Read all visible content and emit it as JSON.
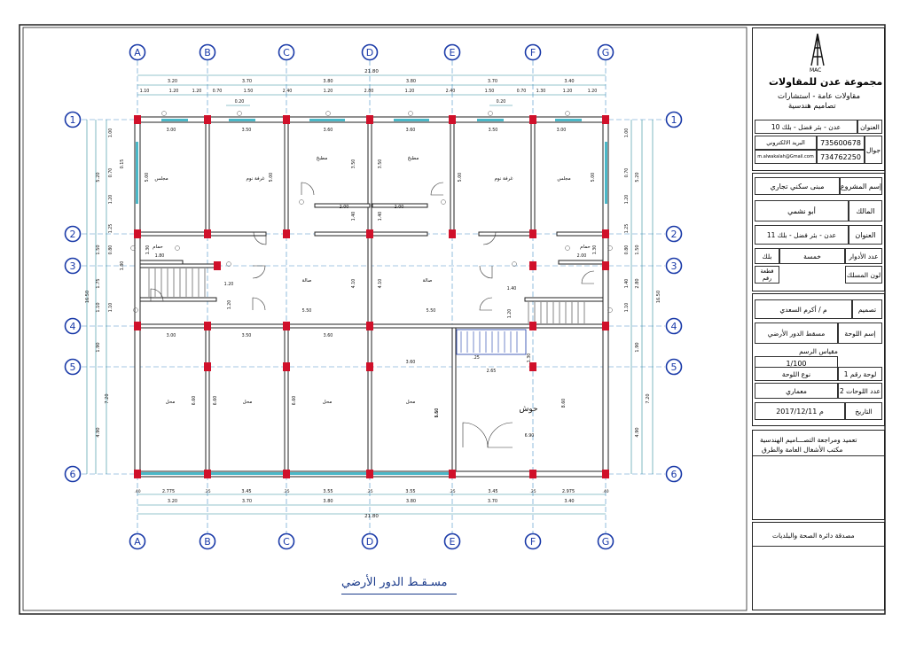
{
  "grid": {
    "columns": [
      "A",
      "B",
      "C",
      "D",
      "E",
      "F",
      "G"
    ],
    "rows": [
      "1",
      "2",
      "3",
      "4",
      "5",
      "6"
    ]
  },
  "dimensions": {
    "total_top": "21.80",
    "total_bottom": "21.80",
    "top_spans": [
      "3.20",
      "3.70",
      "3.80",
      "3.80",
      "3.70",
      "3.40"
    ],
    "top_details": [
      "1.10",
      "1.20",
      "1.20",
      "0.70",
      "1.50",
      "2.40",
      "1.20",
      "2.80",
      "1.20",
      "2.40",
      "1.50",
      "0.70",
      "1.30",
      "1.20",
      "1.20"
    ],
    "top_small": [
      "0.20",
      "0.20"
    ],
    "bottom_spans": [
      "3.20",
      "3.70",
      "3.80",
      "3.80",
      "3.70",
      "3.40"
    ],
    "bottom_details": [
      "2.775",
      "3.45",
      "3.55",
      "3.55",
      "3.45",
      "2.975"
    ],
    "bottom_small": [
      ".40",
      ".25",
      ".25",
      ".25",
      ".25",
      ".25",
      ".40"
    ],
    "left_side": [
      "5.20",
      "1.50",
      "1.75",
      "1.10",
      "1.90",
      "7.20",
      "16.50",
      "4.90"
    ],
    "left_inner": [
      "1.00",
      "0.70",
      "1.20",
      "0.15",
      "1.25",
      "0.80",
      "1.80",
      "1.10"
    ],
    "right_side": [
      "5.20",
      "1.50",
      "2.80",
      "1.90",
      "7.20",
      "16.50",
      "4.90"
    ],
    "right_inner": [
      "1.00",
      "0.70",
      "1.20",
      "1.25",
      "0.80",
      "1.10",
      "1.40"
    ]
  },
  "rooms": {
    "majlis_l": "مجلس",
    "bedroom_l": "غرفة نوم",
    "kitchen_l": "مطبخ",
    "kitchen_r": "مطبخ",
    "bedroom_r": "غرفة نوم",
    "majlis_r": "مجلس",
    "bath_l": "حمام",
    "bath_r": "حمام",
    "hall_l": "صالة",
    "hall_r": "صالة",
    "shop_1": "محل",
    "shop_2": "محل",
    "shop_3": "محل",
    "shop_4": "محل",
    "yard": "حوش"
  },
  "room_dims": {
    "r1": "3.00",
    "r2": "3.50",
    "r3": "3.60",
    "r4": "3.60",
    "r5": "3.50",
    "r6": "3.00",
    "h1": "5.00",
    "h2": "5.00",
    "h3": "3.50",
    "h4": "3.50",
    "h5": "5.00",
    "h6": "5.00",
    "k1": "2.00",
    "k2": "2.00",
    "k3": "1.40",
    "k4": "1.40",
    "b1": "1.80",
    "b2": "2.00",
    "b3": "1.30",
    "b4": "1.30",
    "hl1": "5.50",
    "hl2": "5.50",
    "hl3": "4.10",
    "hl4": "4.10",
    "hl5": "1.20",
    "hl6": "1.20",
    "hl7": "1.40",
    "hl8": "1.20",
    "s1": "3.00",
    "s2": "3.50",
    "s3": "3.60",
    "s4": "3.60",
    "sh1": "6.60",
    "sh2": "6.60",
    "sh3": "6.60",
    "sh4": "6.60",
    "y1": "2.65",
    "y2": "5.50",
    "y3": "8.60",
    "y4": "6.90",
    "y5": "1.30",
    "y6": ".25"
  },
  "plan_title": "مسـقـط الدور الأرضي",
  "title_block": {
    "logo_text": "MAC",
    "company_name": "مجموعة عدن للمقاولات",
    "company_sub1": "مقاولات عامة - استشارات",
    "company_sub2": "تصاميم هندسية",
    "address_label": "العنوان",
    "address_value": "عدن - بئر فضل - بلك 10",
    "mobile_label": "جوال",
    "mobile_1": "735600678",
    "mobile_2": "734762250",
    "email_label": "البريد الالكتروني",
    "email_value": "m.alwakalah@Gmail.com",
    "project_label": "إسم المشروع",
    "project_value": "مبنى سكني تجاري",
    "owner_label": "المالك",
    "owner_value": "أبو نشمي",
    "location_label": "العنوان",
    "location_value": "عدن - بئر فضل - بلك 11",
    "floors_label": "عدد الأدوار",
    "floors_value": "خمسة",
    "block_value": "بلك",
    "plot_label": "لون المسلك",
    "plot_value": "قطعة رقم",
    "design_label": "تصميم",
    "design_value": "م / أكرم السعدي",
    "sheet_name_label": "إسم اللوحة",
    "sheet_name_value": "مسقط الدور الأرضي",
    "scale_label": "مقياس الرسم",
    "scale_value": "1/100",
    "sheet_no_label": "لوحة رقم 1",
    "sheet_type_label": "نوع اللوحة",
    "sheet_count_label": "عدد اللوحات 2",
    "sheet_type_value": "معماري",
    "date_label": "التاريخ",
    "date_value": "2017/12/11 م",
    "approval_1": "تعميد ومراجعة التصـــاميم الهندسية",
    "approval_1b": "مكتب الأشغال العامة والطرق",
    "approval_2": "مصدقة دائرة الصحة والبلديات"
  },
  "colors": {
    "grid_line": "#4a90c8",
    "bubble": "#1a3aa8",
    "column": "#d0102a",
    "dim": "#2a8a9a",
    "wall": "#222222",
    "window": "#4ab8c8"
  }
}
